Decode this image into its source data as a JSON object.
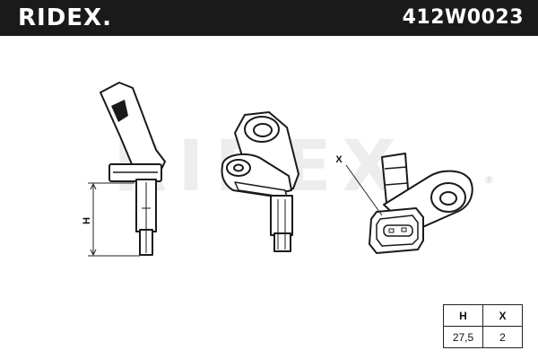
{
  "header": {
    "brand": "RIDEX.",
    "part_number": "412W0023"
  },
  "drawing": {
    "watermark": "RIDEX",
    "registered_mark": "®",
    "dim_h_label": "H",
    "dim_x_label": "X"
  },
  "spec_table": {
    "headers": [
      "H",
      "X"
    ],
    "values": [
      "27,5",
      "2"
    ]
  }
}
